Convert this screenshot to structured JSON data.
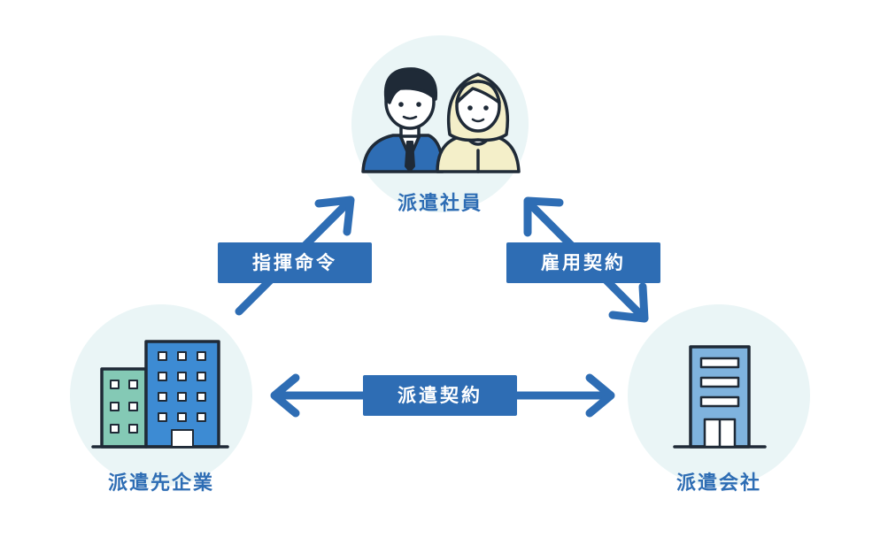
{
  "colors": {
    "accent": "#2e6db4",
    "circle_bg": "#eaf5f6",
    "label_text": "#2e6db4",
    "badge_text": "#ffffff",
    "person_suit": "#2e6db4",
    "person_cardigan": "#f4efc9",
    "building_client": "#3d8bd3",
    "building_client_side": "#84c9b5",
    "building_dispatch": "#7fb3de"
  },
  "nodes": {
    "employee": {
      "label": "派遣社員",
      "icon": "two-people-icon"
    },
    "client": {
      "label": "派遣先企業",
      "icon": "office-buildings-icon"
    },
    "agency": {
      "label": "派遣会社",
      "icon": "building-icon"
    }
  },
  "relations": {
    "command": {
      "label": "指揮命令",
      "from": "client",
      "to": "employee",
      "direction": "one-way"
    },
    "employment": {
      "label": "雇用契約",
      "between": [
        "employee",
        "agency"
      ],
      "direction": "two-way"
    },
    "dispatch": {
      "label": "派遣契約",
      "between": [
        "client",
        "agency"
      ],
      "direction": "two-way"
    }
  }
}
